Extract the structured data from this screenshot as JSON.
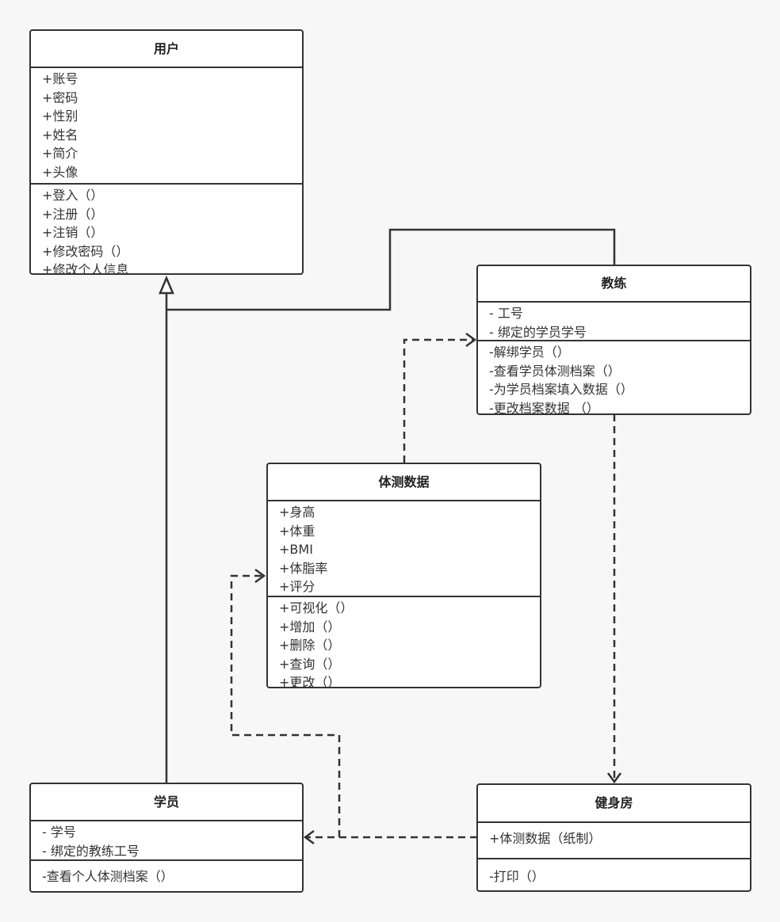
{
  "classes": {
    "user": {
      "title": "用户",
      "attributes": [
        "+账号",
        "+密码",
        "+性别",
        "+姓名",
        "+简介",
        "+头像"
      ],
      "methods": [
        "+登入（）",
        "+注册（）",
        "+注销（）",
        "+修改密码（）",
        "+修改个人信息"
      ]
    },
    "coach": {
      "title": "教练",
      "attributes": [
        "- 工号",
        "- 绑定的学员学号"
      ],
      "methods": [
        "-解绑学员（）",
        "-查看学员体测档案（）",
        "-为学员档案填入数据（）",
        "-更改档案数据 （）"
      ]
    },
    "fitness": {
      "title": "体测数据",
      "attributes": [
        "+身高",
        "+体重",
        "+BMI",
        "+体脂率",
        "+评分"
      ],
      "methods": [
        "+可视化（）",
        "+增加（）",
        "+删除（）",
        "+查询（）",
        "+更改（）"
      ]
    },
    "student": {
      "title": "学员",
      "attributes": [
        "- 学号",
        "- 绑定的教练工号"
      ],
      "methods": [
        "-查看个人体测档案（）"
      ]
    },
    "gym": {
      "title": "健身房",
      "attributes": [
        "+体测数据（纸制）"
      ],
      "methods": [
        "-打印（）"
      ]
    }
  },
  "colors": {
    "line": "#333333",
    "box_fill": "#ffffff",
    "background": "#f7f7f7"
  }
}
